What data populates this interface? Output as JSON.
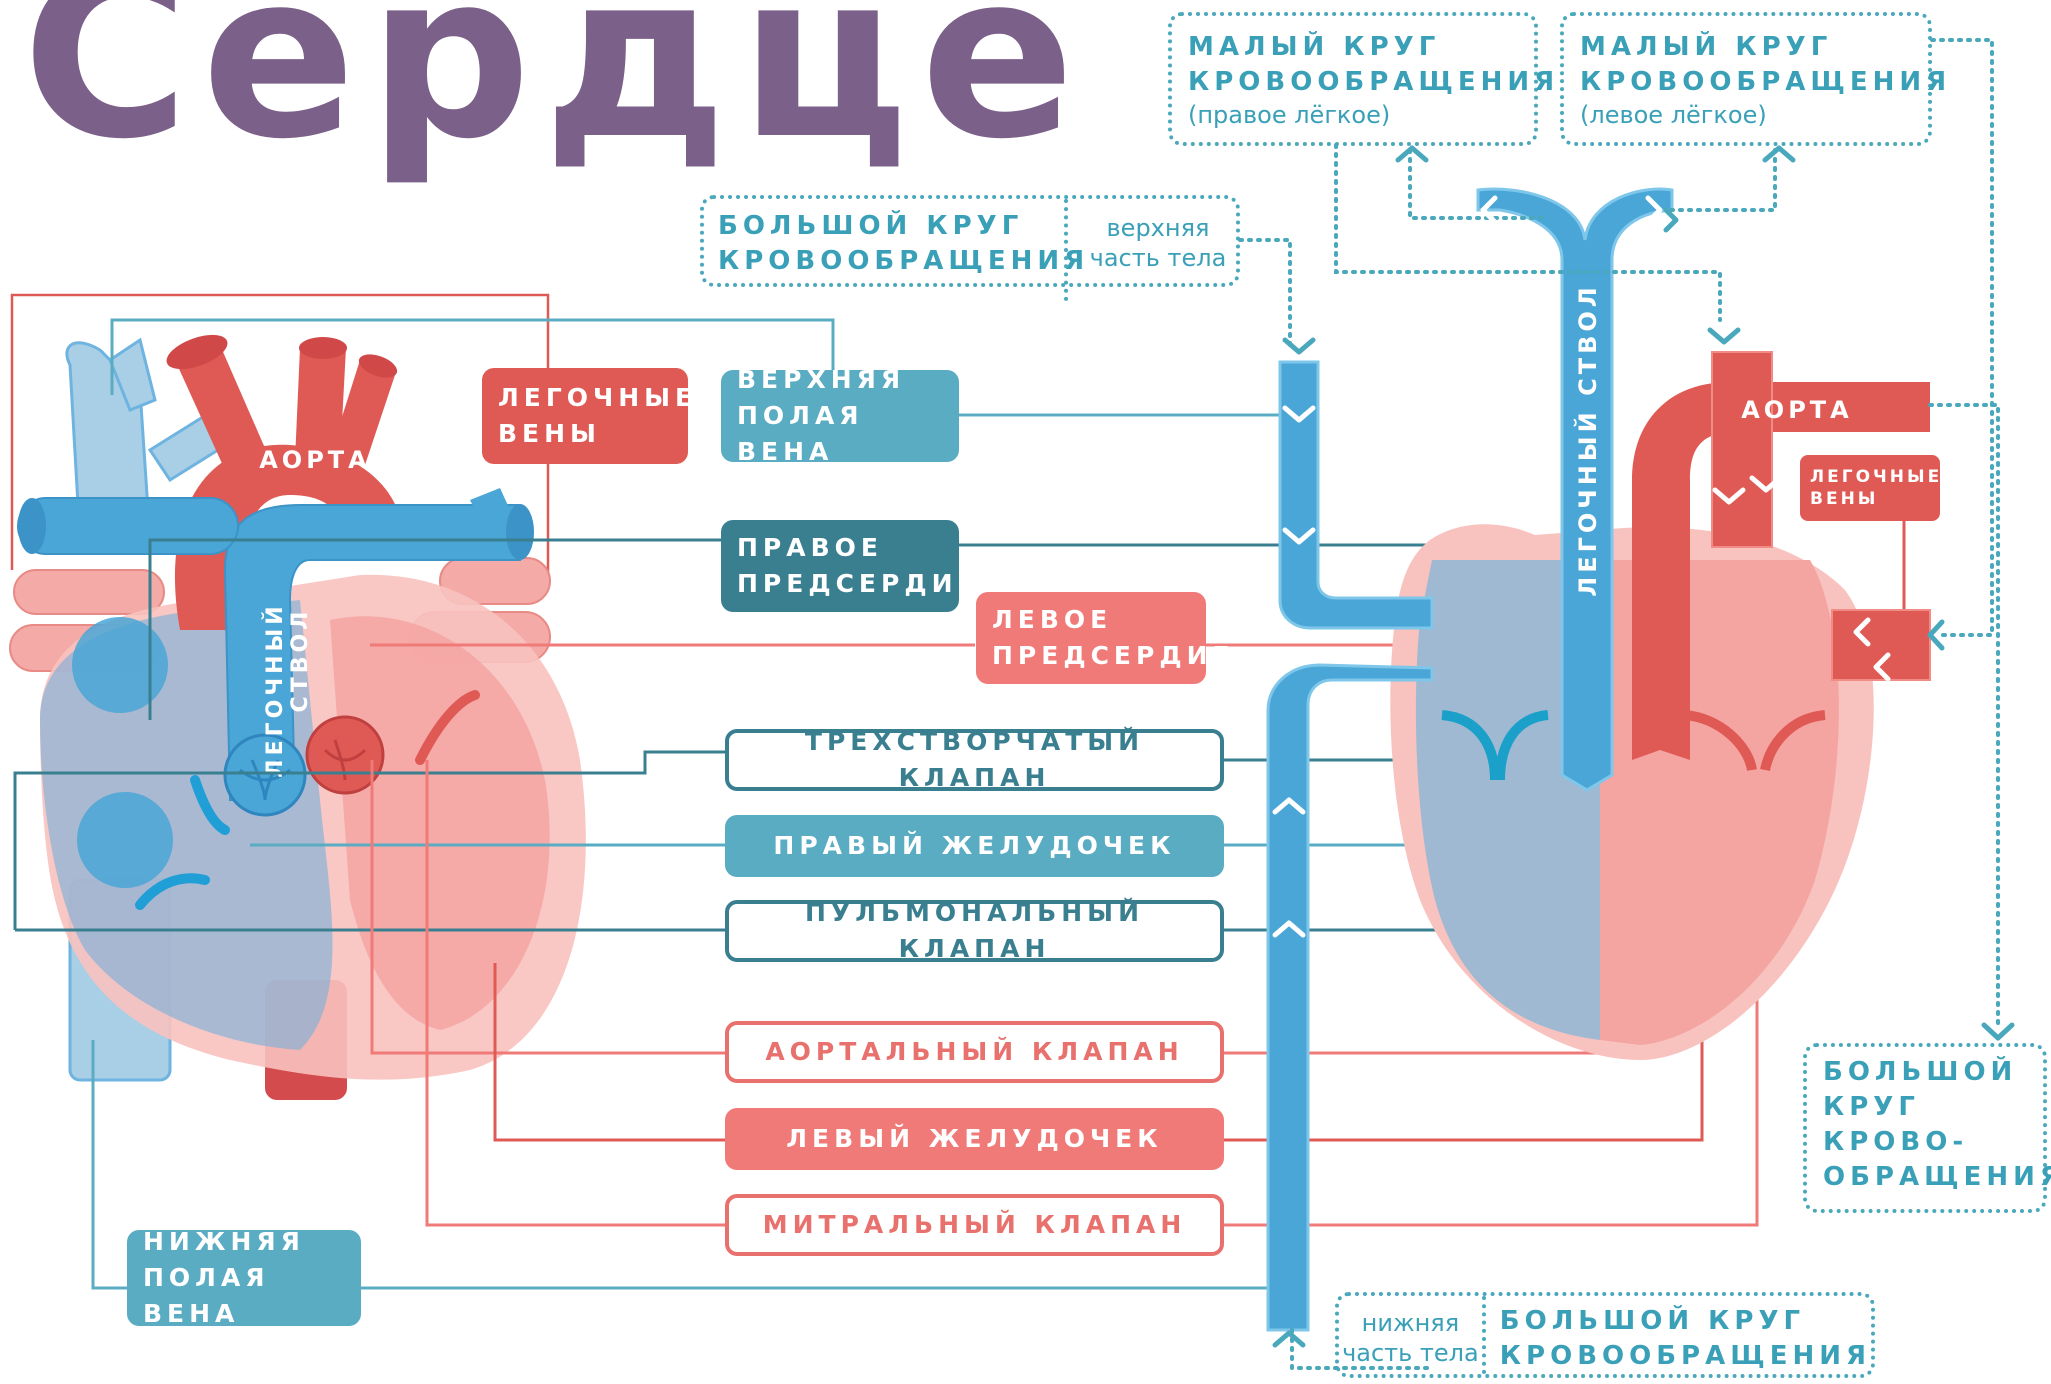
{
  "title": "Сердце",
  "colors": {
    "red": "#e05a55",
    "pink": "#f07a78",
    "light_pink": "#f4aaa6",
    "blue": "#4aa6d6",
    "light_blue": "#a8cfe6",
    "teal": "#5aacc2",
    "dark_teal": "#3a7f90",
    "purple": "#7b6089"
  },
  "anatomy": {
    "aorta": "АОРТА",
    "pulmonary_trunk_1": "ЛЕГОЧНЫЙ",
    "pulmonary_trunk_2": "СТВОЛ"
  },
  "labels": {
    "pulmonary_veins_1": "ЛЕГОЧНЫЕ",
    "pulmonary_veins_2": "ВЕНЫ",
    "superior_vena_cava_1": "ВЕРХНЯЯ",
    "superior_vena_cava_2": "ПОЛАЯ ВЕНА",
    "right_atrium_1": "ПРАВОЕ",
    "right_atrium_2": "ПРЕДСЕРДИЕ",
    "left_atrium_1": "ЛЕВОЕ",
    "left_atrium_2": "ПРЕДСЕРДИЕ",
    "tricuspid_valve": "ТРЕХСТВОРЧАТЫЙ КЛАПАН",
    "right_ventricle": "ПРАВЫЙ ЖЕЛУДОЧЕК",
    "pulmonary_valve": "ПУЛЬМОНАЛЬНЫЙ КЛАПАН",
    "aortic_valve": "АОРТАЛЬНЫЙ КЛАПАН",
    "left_ventricle": "ЛЕВЫЙ ЖЕЛУДОЧЕК",
    "mitral_valve": "МИТРАЛЬНЫЙ КЛАПАН",
    "inferior_vena_cava_1": "НИЖНЯЯ",
    "inferior_vena_cava_2": "ПОЛАЯ ВЕНА"
  },
  "callouts": {
    "pulmonary_right": {
      "line1": "МАЛЫЙ КРУГ",
      "line2": "КРОВООБРАЩЕНИЯ",
      "sub": "(правое лёгкое)"
    },
    "pulmonary_left": {
      "line1": "МАЛЫЙ КРУГ",
      "line2": "КРОВООБРАЩЕНИЯ",
      "sub": "(левое лёгкое)"
    },
    "systemic_upper": {
      "line1": "БОЛЬШОЙ КРУГ",
      "line2": "КРОВООБРАЩЕНИЯ",
      "sub1": "верхняя",
      "sub2": "часть тела"
    },
    "systemic_lower": {
      "line1": "БОЛЬШОЙ КРУГ",
      "line2": "КРОВООБРАЩЕНИЯ",
      "sub1": "нижняя",
      "sub2": "часть тела"
    },
    "systemic_right": {
      "line1": "БОЛЬШОЙ",
      "line2": "КРУГ",
      "line3": "КРОВО-",
      "line4": "ОБРАЩЕНИЯ"
    }
  },
  "schematic": {
    "aorta": "АОРТА",
    "pulmonary_trunk": "ЛЕГОЧНЫЙ СТВОЛ",
    "pulmonary_veins_1": "ЛЕГОЧНЫЕ",
    "pulmonary_veins_2": "ВЕНЫ"
  }
}
